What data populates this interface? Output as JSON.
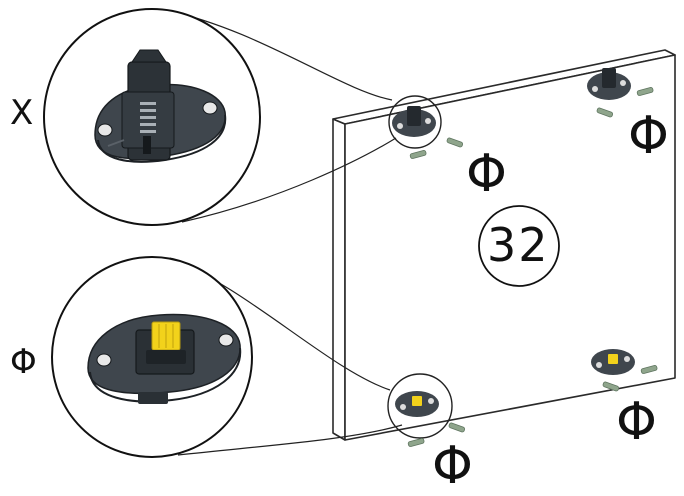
{
  "labels": {
    "top_detail": "X",
    "bottom_detail": "Φ",
    "panel_center": "32",
    "fitting_top_left": "Φ",
    "fitting_top_right": "Φ",
    "fitting_bottom_left": "Φ",
    "fitting_bottom_right": "Φ"
  },
  "colors": {
    "panel_stroke": "#2a2a2a",
    "fitting_body": "#3f464d",
    "fitting_dark": "#24292e",
    "screw": "#8fa58c",
    "latch_yellow": "#f2d21b"
  },
  "icons": {
    "fitting": "wall-hanger-bracket-icon",
    "screw": "screw-icon"
  }
}
